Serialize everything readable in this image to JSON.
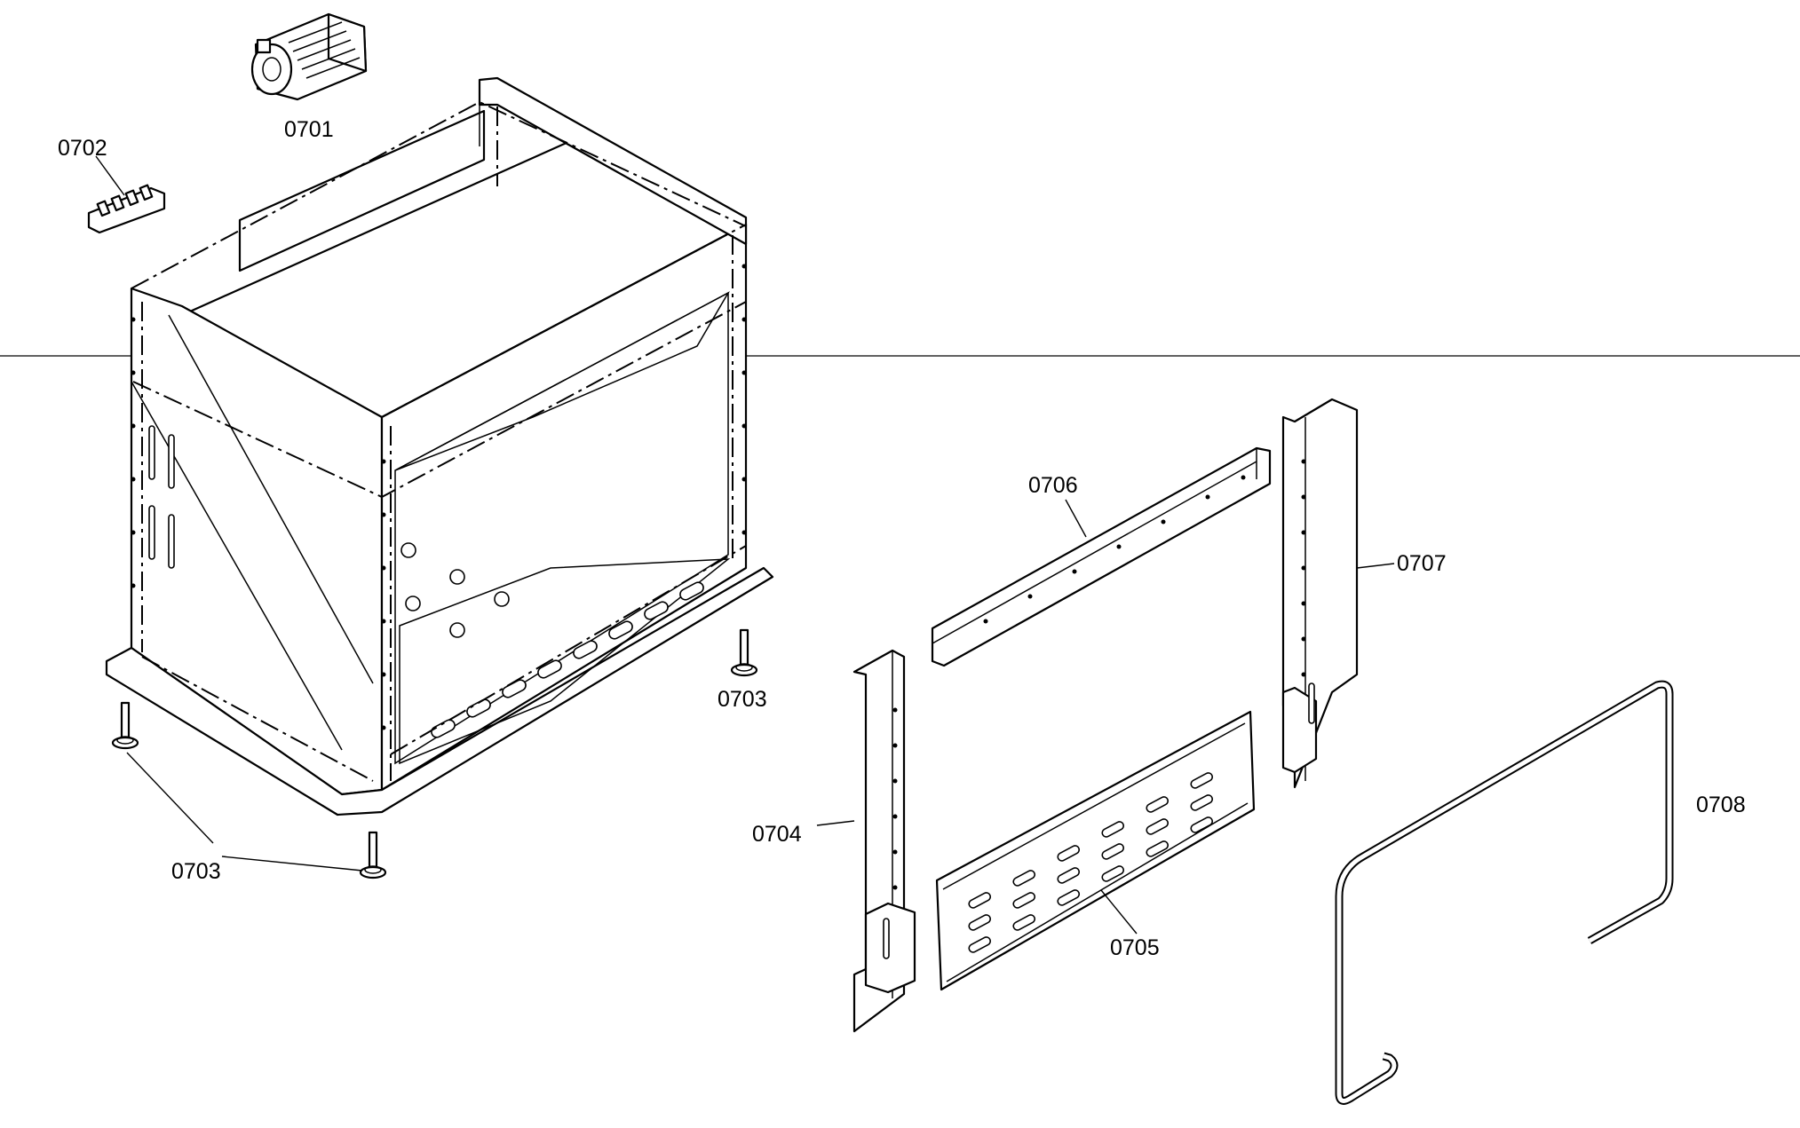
{
  "parts": [
    {
      "id": "0701"
    },
    {
      "id": "0702"
    },
    {
      "id": "0703",
      "occurrences": 2
    },
    {
      "id": "0704"
    },
    {
      "id": "0705"
    },
    {
      "id": "0706"
    },
    {
      "id": "0707"
    },
    {
      "id": "0708"
    }
  ],
  "labels": {
    "p0701": "0701",
    "p0702": "0702",
    "p0703a": "0703",
    "p0703b": "0703",
    "p0704": "0704",
    "p0705": "0705",
    "p0706": "0706",
    "p0707": "0707",
    "p0708": "0708"
  }
}
